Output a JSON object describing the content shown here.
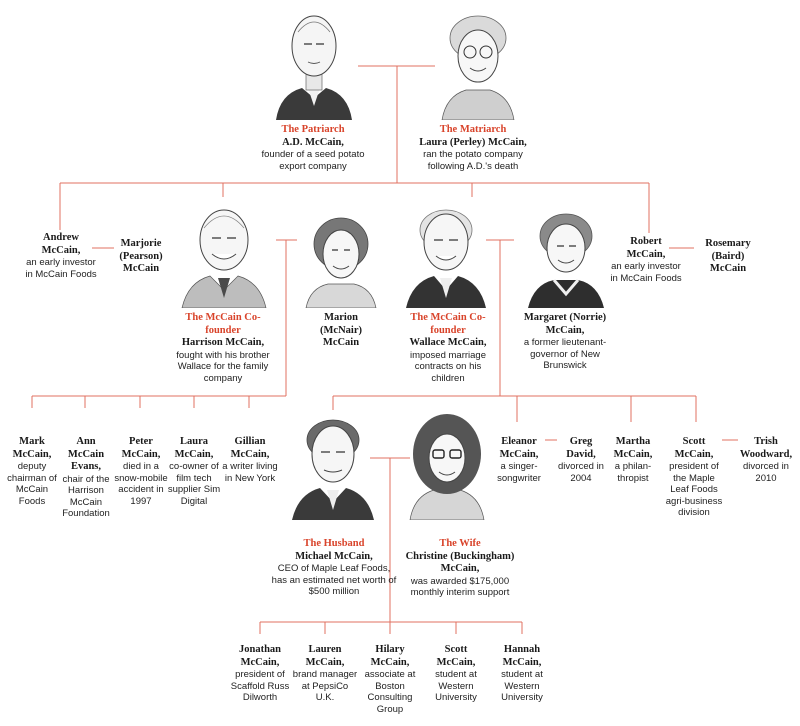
{
  "colors": {
    "accent": "#d9442b",
    "line": "#e07060",
    "ink": "#1a1a1a"
  },
  "patriarch": {
    "role": "The Patriarch",
    "name": "A.D. McCain,",
    "desc": "founder of a seed potato export company"
  },
  "matriarch": {
    "role": "The Matriarch",
    "name": "Laura (Perley) McCain,",
    "desc": "ran the potato company following A.D.'s death"
  },
  "andrew": {
    "name": "Andrew McCain,",
    "desc": "an early investor in McCain Foods"
  },
  "marjorie": {
    "name": "Marjorie (Pearson) McCain"
  },
  "harrison": {
    "role": "The McCain Co-founder",
    "name": "Harrison McCain,",
    "desc": "fought with his brother Wallace for the family company"
  },
  "marion": {
    "name": "Marion (McNair) McCain"
  },
  "wallace": {
    "role": "The McCain Co-founder",
    "name": "Wallace McCain,",
    "desc": "imposed marriage contracts on his children"
  },
  "margaret": {
    "name": "Margaret (Norrie) McCain,",
    "desc": "a former lieutenant-governor of New Brunswick"
  },
  "robert": {
    "name": "Robert McCain,",
    "desc": "an early investor in McCain Foods"
  },
  "rosemary": {
    "name": "Rosemary (Baird) McCain"
  },
  "harrison_children": [
    {
      "name": "Mark McCain,",
      "desc": "deputy chairman of McCain Foods"
    },
    {
      "name": "Ann McCain Evans,",
      "desc": "chair of the Harrison McCain Foundation"
    },
    {
      "name": "Peter McCain,",
      "desc": "died in a snow-mobile accident in 1997"
    },
    {
      "name": "Laura McCain,",
      "desc": "co-owner of film tech supplier Sim Digital"
    },
    {
      "name": "Gillian McCain,",
      "desc": "a writer living in New York"
    }
  ],
  "husband": {
    "role": "The Husband",
    "name": "Michael McCain,",
    "desc": "CEO of Maple Leaf Foods, has an estimated net worth of $500 million"
  },
  "wife": {
    "role": "The Wife",
    "name": "Christine (Buckingham) McCain,",
    "desc": "was awarded $175,000 monthly interim support"
  },
  "eleanor": {
    "name": "Eleanor McCain,",
    "desc": "a singer-songwriter"
  },
  "greg": {
    "name": "Greg David,",
    "desc": "divorced in 2004"
  },
  "martha": {
    "name": "Martha McCain,",
    "desc": "a philan-thropist"
  },
  "scott_w": {
    "name": "Scott McCain,",
    "desc": "president of the Maple Leaf Foods agri-business division"
  },
  "trish": {
    "name": "Trish Woodward,",
    "desc": "divorced in 2010"
  },
  "michael_children": [
    {
      "name": "Jonathan McCain,",
      "desc": "president of Scaffold Russ Dilworth"
    },
    {
      "name": "Lauren McCain,",
      "desc": "brand manager at PepsiCo U.K."
    },
    {
      "name": "Hilary McCain,",
      "desc": "associate at Boston Consulting Group"
    },
    {
      "name": "Scott McCain,",
      "desc": "student at Western University"
    },
    {
      "name": "Hannah McCain,",
      "desc": "student at Western University"
    }
  ]
}
